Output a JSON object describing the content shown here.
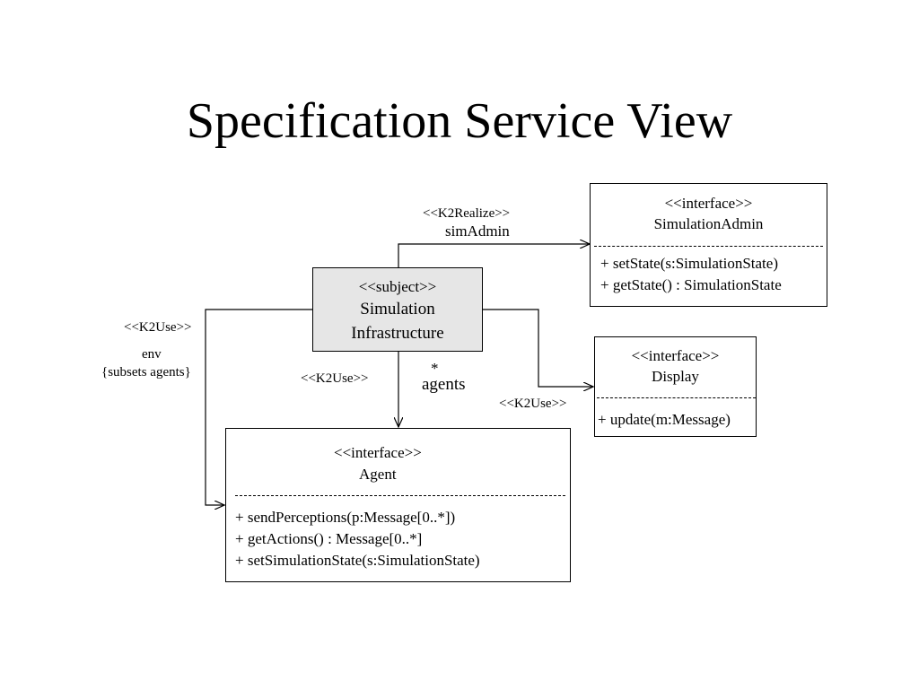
{
  "title": "Specification Service View",
  "subject": {
    "stereotype": "<<subject>>",
    "name_line1": "Simulation",
    "name_line2": "Infrastructure"
  },
  "simulation_admin": {
    "stereotype": "<<interface>>",
    "name": "SimulationAdmin",
    "operations": [
      "+ setState(s:SimulationState)",
      "+ getState() : SimulationState"
    ]
  },
  "display": {
    "stereotype": "<<interface>>",
    "name": "Display",
    "operations": [
      "+ update(m:Message)"
    ]
  },
  "agent": {
    "stereotype": "<<interface>>",
    "name": "Agent",
    "operations": [
      "+ sendPerceptions(p:Message[0..*])",
      "+ getActions() : Message[0..*]",
      "+ setSimulationState(s:SimulationState)"
    ]
  },
  "links": {
    "realize_stereotype": "<<K2Realize>>",
    "realize_role": "simAdmin",
    "env_stereotype": "<<K2Use>>",
    "env_role": "env",
    "env_constraint": "{subsets agents}",
    "agents_stereotype": "<<K2Use>>",
    "agents_multiplicity": "*",
    "agents_role": "agents",
    "display_stereotype": "<<K2Use>>"
  }
}
